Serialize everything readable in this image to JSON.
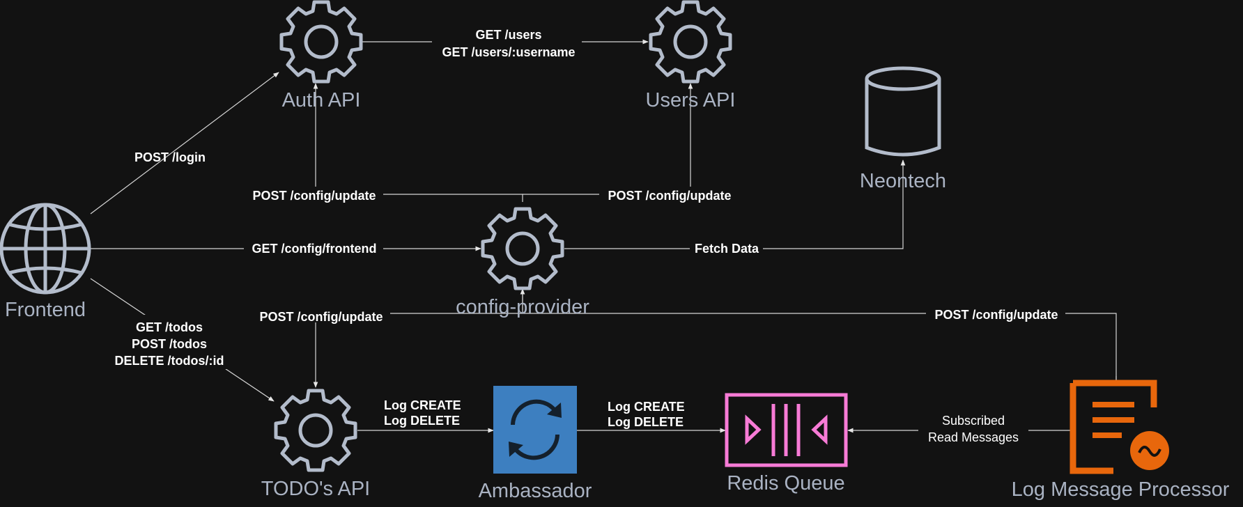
{
  "nodes": {
    "frontend": "Frontend",
    "auth_api": "Auth API",
    "users_api": "Users API",
    "neontech": "Neontech",
    "config_provider": "config-provider",
    "todos_api": "TODO's API",
    "ambassador": "Ambassador",
    "redis_queue": "Redis Queue",
    "log_processor": "Log Message Processor"
  },
  "edges": {
    "login": "POST /login",
    "users_line1": "GET /users",
    "users_line2": "GET /users/:username",
    "config_update_auth": "POST /config/update",
    "config_update_users": "POST /config/update",
    "config_frontend": "GET /config/frontend",
    "fetch_data": "Fetch Data",
    "config_update_todos": "POST /config/update",
    "config_update_log": "POST /config/update",
    "todos_line1": "GET /todos",
    "todos_line2": "POST /todos",
    "todos_line3": "DELETE /todos/:id",
    "amb_line1": "Log CREATE",
    "amb_line2": "Log DELETE",
    "redis_line1": "Log CREATE",
    "redis_line2": "Log DELETE",
    "sub_line1": "Subscribed",
    "sub_line2": "Read Messages"
  },
  "colors": {
    "background": "#121212",
    "icon_gray": "#b3bccb",
    "ambassador_blue": "#3d7fc0",
    "redis_pink": "#f77bd6",
    "log_orange": "#e8670c"
  },
  "icons": [
    "globe-icon",
    "gear-icon",
    "database-icon",
    "sync-icon",
    "queue-icon",
    "log-document-icon"
  ]
}
